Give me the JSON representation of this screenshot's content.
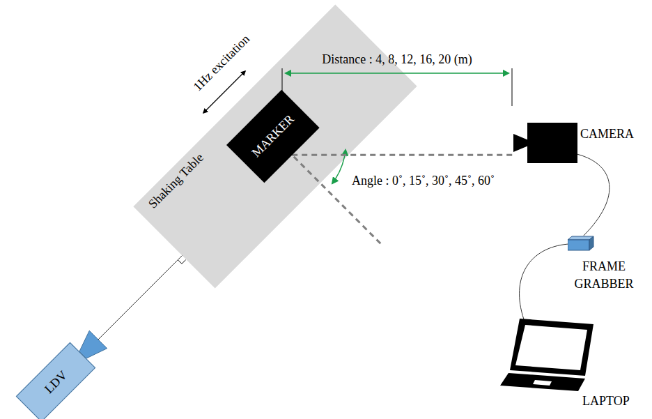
{
  "diagram": {
    "nodes": [
      {
        "text": [
          "Shaking Table"
        ]
      },
      {
        "text": [
          "MARKER"
        ],
        "in": 0
      },
      {
        "text": [
          "LDV"
        ]
      },
      {
        "text": [
          "CAMERA"
        ]
      },
      {
        "text": [
          "FRAME GRABBER"
        ]
      },
      {
        "text": [
          "LAPTOP"
        ]
      }
    ],
    "edges": [
      {
        "from": 2,
        "to": 0,
        "arrow": "none"
      },
      {
        "from": 1,
        "to": 3,
        "arrow": "none"
      },
      {
        "from": 3,
        "to": 4,
        "arrow": "none"
      },
      {
        "from": 4,
        "to": 5,
        "arrow": "none"
      }
    ],
    "labels": [
      "1Hz excitation",
      "Distance : 4, 8, 12, 16, 20 (m)",
      "Angle : 0˚, 15˚, 30˚, 45˚, 60˚"
    ]
  }
}
